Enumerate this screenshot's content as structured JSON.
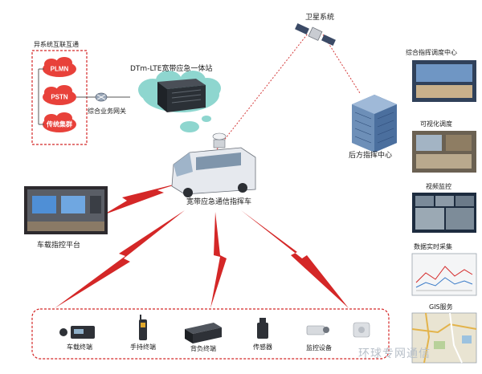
{
  "heterogeneous": {
    "title": "异系统互联互通",
    "clouds": [
      "PLMN",
      "PSTN",
      "传统集群"
    ],
    "gateway_label": "综合业务网关"
  },
  "base_station_label": "DTm-LTE宽带应急一体站",
  "satellite_label": "卫星系统",
  "rear_center_label": "后方指挥中心",
  "vehicle_label": "宽带应急通信指挥车",
  "platform_label": "车载指控平台",
  "terminals": [
    "车载终端",
    "手持终端",
    "背负终端",
    "传感器",
    "监控设备"
  ],
  "right_panels": [
    "综合指挥调度中心",
    "可视化调度",
    "视频监控",
    "数据实时采集",
    "GIS服务"
  ],
  "watermark": "环球专网通信",
  "colors": {
    "accent": "#d42727",
    "cloud": "#e8413a",
    "teal_cloud": "#8ed6cf",
    "link_dash": "#d43a3a"
  }
}
